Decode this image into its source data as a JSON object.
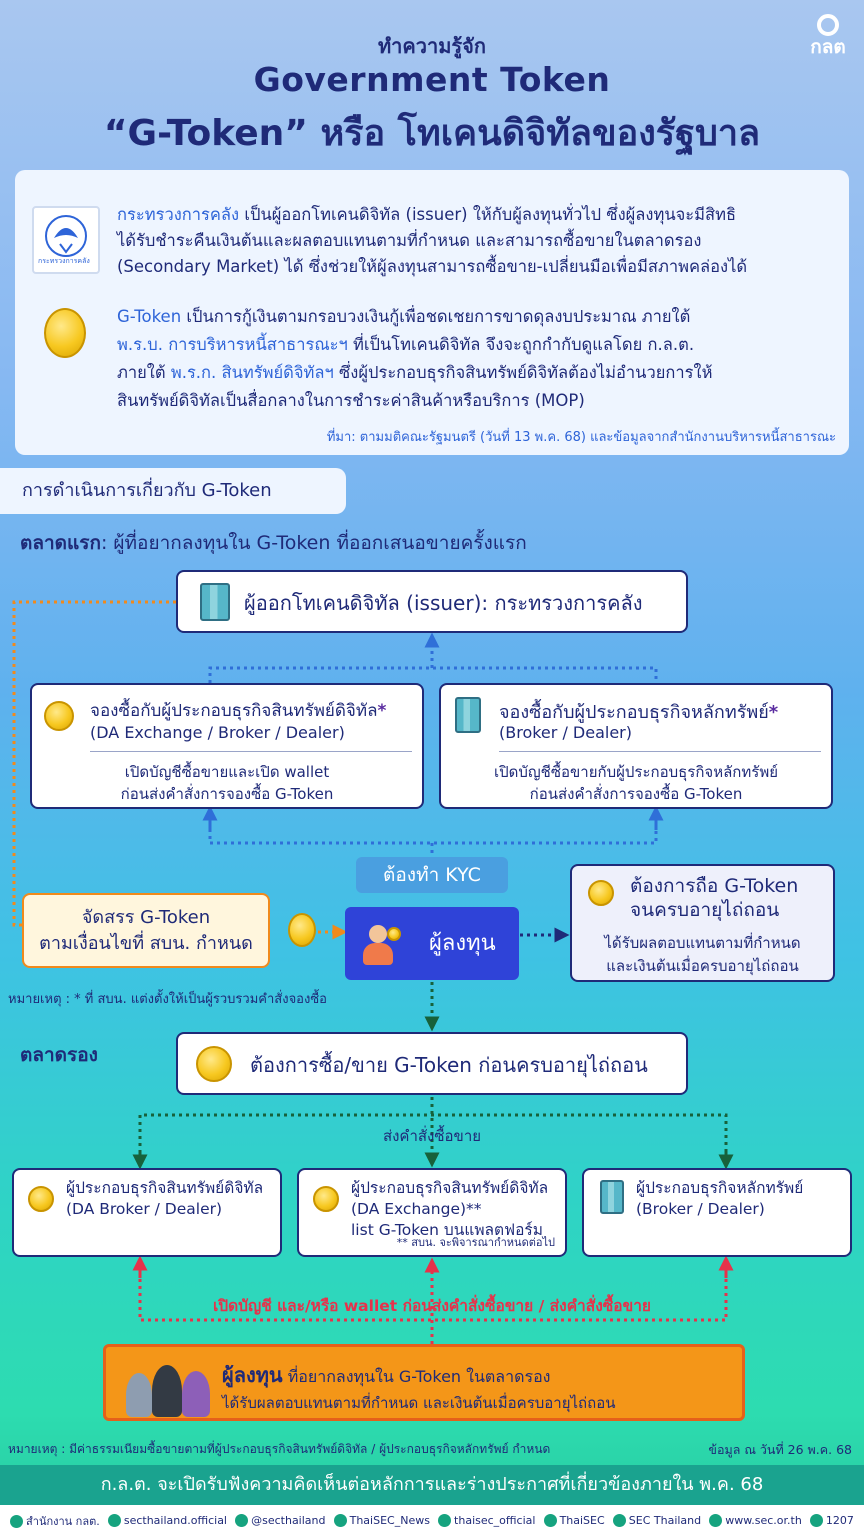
{
  "header": {
    "line1": "ทำความรู้จัก",
    "line2": "Government Token",
    "line3": "“G-Token” หรือ โทเคนดิจิทัลของรัฐบาล",
    "logo_text": "กลต"
  },
  "info": {
    "p1_hl": "กระทรวงการคลัง",
    "p1_a": " เป็นผู้ออกโทเคนดิจิทัล (issuer) ให้กับผู้ลงทุนทั่วไป ซึ่งผู้ลงทุนจะมีสิทธิ",
    "p1_b": "ได้รับชำระคืนเงินต้นและผลตอบแทนตามที่กำหนด และสามารถซื้อขายในตลาดรอง",
    "p1_c": "(Secondary Market) ได้ ซึ่งช่วยให้ผู้ลงทุนสามารถซื้อขาย-เปลี่ยนมือเพื่อมีสภาพคล่องได้",
    "p2_hl": "G-Token",
    "p2_a": " เป็นการกู้เงินตามกรอบวงเงินกู้เพื่อชดเชยการขาดดุลงบประมาณ ภายใต้",
    "p2_b_hl": "พ.ร.บ. การบริหารหนี้สาธารณะฯ",
    "p2_b": " ที่เป็นโทเคนดิจิทัล จึงจะถูกกำกับดูแลโดย ก.ล.ต.",
    "p2_c_pre": "ภายใต้ ",
    "p2_c_hl": "พ.ร.ก. สินทรัพย์ดิจิทัลฯ",
    "p2_c": " ซึ่งผู้ประกอบธุรกิจสินทรัพย์ดิจิทัลต้องไม่อำนวยการให้",
    "p2_d": "สินทรัพย์ดิจิทัลเป็นสื่อกลางในการชำระค่าสินค้าหรือบริการ (MOP)",
    "source": "ที่มา: ตามมติคณะรัฐมนตรี (วันที่ 13 พ.ค. 68) และข้อมูลจากสำนักงานบริหารหนี้สาธารณะ",
    "seal_text": "กระทรวงการคลัง"
  },
  "section_tab": "การดำเนินการเกี่ยวกับ G-Token",
  "primary": {
    "label_bold": "ตลาดแรก",
    "label_rest": ": ผู้ที่อยากลงทุนใน G-Token ที่ออกเสนอขายครั้งแรก",
    "issuer": "ผู้ออกโทเคนดิจิทัล (issuer): กระทรวงการคลัง",
    "left": {
      "title": "จองซื้อกับผู้ประกอบธุรกิจสินทรัพย์ดิจิทัล",
      "star": "*",
      "sub": "(DA Exchange / Broker / Dealer)",
      "desc1": "เปิดบัญชีซื้อขายและเปิด wallet",
      "desc2": "ก่อนส่งคำสั่งการจองซื้อ G-Token"
    },
    "right": {
      "title": "จองซื้อกับผู้ประกอบธุรกิจหลักทรัพย์",
      "star": "*",
      "sub": "(Broker / Dealer)",
      "desc1": "เปิดบัญชีซื้อขายกับผู้ประกอบธุรกิจหลักทรัพย์",
      "desc2": "ก่อนส่งคำสั่งการจองซื้อ G-Token"
    },
    "kyc": "ต้องทำ KYC",
    "alloc1": "จัดสรร G-Token",
    "alloc2": "ตามเงื่อนไขที่ สบน. กำหนด",
    "investor": "ผู้ลงทุน",
    "hold1": "ต้องการถือ G-Token",
    "hold2": "จนครบอายุไถ่ถอน",
    "hold3": "ได้รับผลตอบแทนตามที่กำหนด",
    "hold4": "และเงินต้นเมื่อครบอายุไถ่ถอน",
    "note": "หมายเหตุ : * ที่ สบน. แต่งตั้งให้เป็นผู้รวบรวมคำสั่งจองซื้อ"
  },
  "secondary": {
    "label": "ตลาดรอง",
    "want": "ต้องการซื้อ/ขาย G-Token ก่อนครบอายุไถ่ถอน",
    "send": "ส่งคำสั่งซื้อขาย",
    "b1_1": "ผู้ประกอบธุรกิจสินทรัพย์ดิจิทัล",
    "b1_2": "(DA Broker / Dealer)",
    "b2_1": "ผู้ประกอบธุรกิจสินทรัพย์ดิจิทัล",
    "b2_2": "(DA Exchange)**",
    "b2_3": "list G-Token บนแพลตฟอร์ม",
    "b2_4": "** สบน. จะพิจารณากำหนดต่อไป",
    "b3_1": "ผู้ประกอบธุรกิจหลักทรัพย์",
    "b3_2": "(Broker / Dealer)",
    "open": "เปิดบัญชี และ/หรือ wallet ก่อนส่งคำสั่งซื้อขาย / ส่งคำสั่งซื้อขาย",
    "inv_bold": "ผู้ลงทุน",
    "inv_rest": " ที่อยากลงทุนใน G-Token ในตลาดรอง",
    "inv_line2": "ได้รับผลตอบแทนตามที่กำหนด และเงินต้นเมื่อครบอายุไถ่ถอน"
  },
  "note2": "หมายเหตุ : มีค่าธรรมเนียมซื้อขายตามที่ผู้ประกอบธุรกิจสินทรัพย์ดิจิทัล / ผู้ประกอบธุรกิจหลักทรัพย์ กำหนด",
  "date": "ข้อมูล ณ วันที่ 26 พ.ค. 68",
  "band": "ก.ล.ต. จะเปิดรับฟังความคิดเห็นต่อหลักการและร่างประกาศที่เกี่ยวข้องภายใน พ.ค. 68",
  "footer": [
    "สำนักงาน กลต.",
    "secthailand.official",
    "@secthailand",
    "ThaiSEC_News",
    "thaisec_official",
    "ThaiSEC",
    "SEC Thailand",
    "www.sec.or.th",
    "1207"
  ],
  "colors": {
    "navy": "#1f2a78",
    "highlight": "#2e64d8",
    "investor_blue": "#2f43d8",
    "orange": "#f49618",
    "red_label": "#e6324b",
    "band": "#1aa38f"
  }
}
